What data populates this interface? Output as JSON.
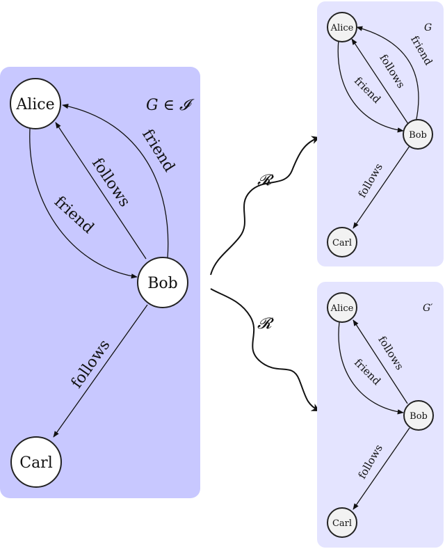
{
  "panels": {
    "main": {
      "title": "G ∈ 𝓘",
      "color": "#c8c8ff",
      "nodes": {
        "alice": "Alice",
        "bob": "Bob",
        "carl": "Carl"
      },
      "edges": {
        "bob_alice_friend": "friend",
        "bob_alice_follows": "follows",
        "alice_bob_friend": "friend",
        "bob_carl_follows": "follows"
      }
    },
    "top": {
      "title": "G",
      "color": "#e4e4ff",
      "nodes": {
        "alice": "Alice",
        "bob": "Bob",
        "carl": "Carl"
      },
      "edges": {
        "bob_alice_friend": "friend",
        "bob_alice_follows": "follows",
        "alice_bob_friend": "friend",
        "bob_carl_follows": "follows"
      }
    },
    "bottom": {
      "title": "G′",
      "color": "#e4e4ff",
      "nodes": {
        "alice": "Alice",
        "bob": "Bob",
        "carl": "Carl"
      },
      "edges": {
        "bob_alice_follows": "follows",
        "alice_bob_friend": "friend",
        "bob_carl_follows": "follows"
      }
    }
  },
  "arrows": {
    "upper": "𝓡",
    "lower": "𝓡"
  }
}
